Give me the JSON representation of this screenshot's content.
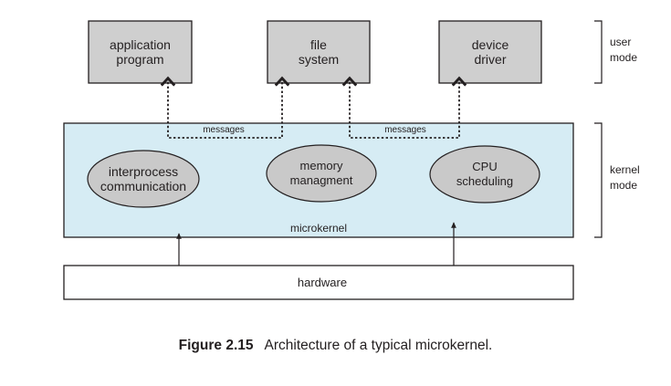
{
  "user_boxes": [
    {
      "line1": "application",
      "line2": "program"
    },
    {
      "line1": "file",
      "line2": "system"
    },
    {
      "line1": "device",
      "line2": "driver"
    }
  ],
  "mode_labels": {
    "user": {
      "line1": "user",
      "line2": "mode"
    },
    "kernel": {
      "line1": "kernel",
      "line2": "mode"
    }
  },
  "messages": [
    "messages",
    "messages"
  ],
  "services": [
    {
      "line1": "interprocess",
      "line2": "communication"
    },
    {
      "line1": "memory",
      "line2": "managment"
    },
    {
      "line1": "CPU",
      "line2": "scheduling"
    }
  ],
  "microkernel_label": "microkernel",
  "hardware_label": "hardware",
  "caption": {
    "number": "Figure 2.15",
    "text": "Architecture of a typical microkernel."
  },
  "colors": {
    "kernel_fill": "#d6ecf4",
    "box_fill": "#cfcfcf",
    "ellipse_fill": "#c9c9c9",
    "line": "#231f20"
  }
}
